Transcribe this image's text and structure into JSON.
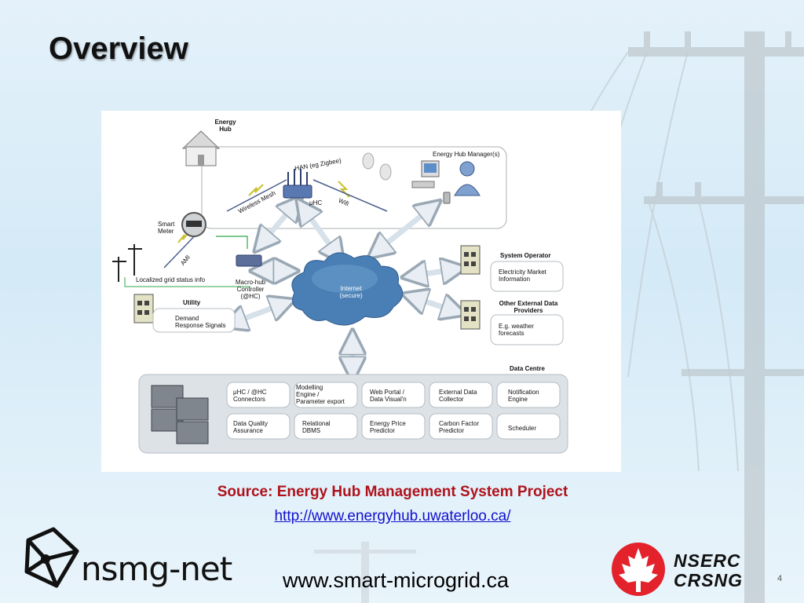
{
  "slide": {
    "title": "Overview",
    "source_text": "Source: Energy Hub Management System Project",
    "source_url": "http://www.energyhub.uwaterloo.ca/",
    "footer_url": "www.smart-microgrid.ca",
    "page_number": "4",
    "logo_left": "nsmg-net",
    "logo_right_line1": "NSERC",
    "logo_right_line2": "CRSNG"
  },
  "diagram": {
    "energy_hub": "Energy\nHub",
    "han": "HAN (eg Zigbee)",
    "wireless_mesh": "Wireless Mesh",
    "wifi": "Wifi",
    "uhc": "μHC",
    "hub_manager": "Energy Hub Manager(s)",
    "smart_meter": "Smart\nMeter",
    "ami": "AMI",
    "localized_grid": "Localized grid status info",
    "macro_hub": "Macro-hub\nController\n(@HC)",
    "internet": "Internet\n(secure)",
    "system_operator": "System Operator",
    "electricity_market": "Electricity Market\nInformation",
    "other_providers": "Other External Data\nProviders",
    "weather": "E.g. weather\nforecasts",
    "utility": "Utility",
    "demand_response": "Demand\nResponse Signals",
    "data_centre": "Data Centre",
    "modules": [
      "μHC / @HC\nConnectors",
      "Modelling\nEngine /\nParameter export",
      "Web Portal /\nData Visual'n",
      "External Data\nCollector",
      "Notification\nEngine",
      "Data Quality\nAssurance",
      "Relational\nDBMS",
      "Energy Price\nPredictor",
      "Carbon Factor\nPredictor",
      "Scheduler"
    ]
  },
  "colors": {
    "title": "#111111",
    "source": "#b0121b",
    "link": "#1111cc",
    "maple_leaf": "#e3222b",
    "cloud": "#4a7fb5"
  },
  "icons": [
    "house-icon",
    "router-icon",
    "computer-icon",
    "user-icon",
    "phone-icon",
    "meter-icon",
    "power-pole-icon",
    "server-icon",
    "cloud-icon",
    "maple-leaf-icon"
  ]
}
